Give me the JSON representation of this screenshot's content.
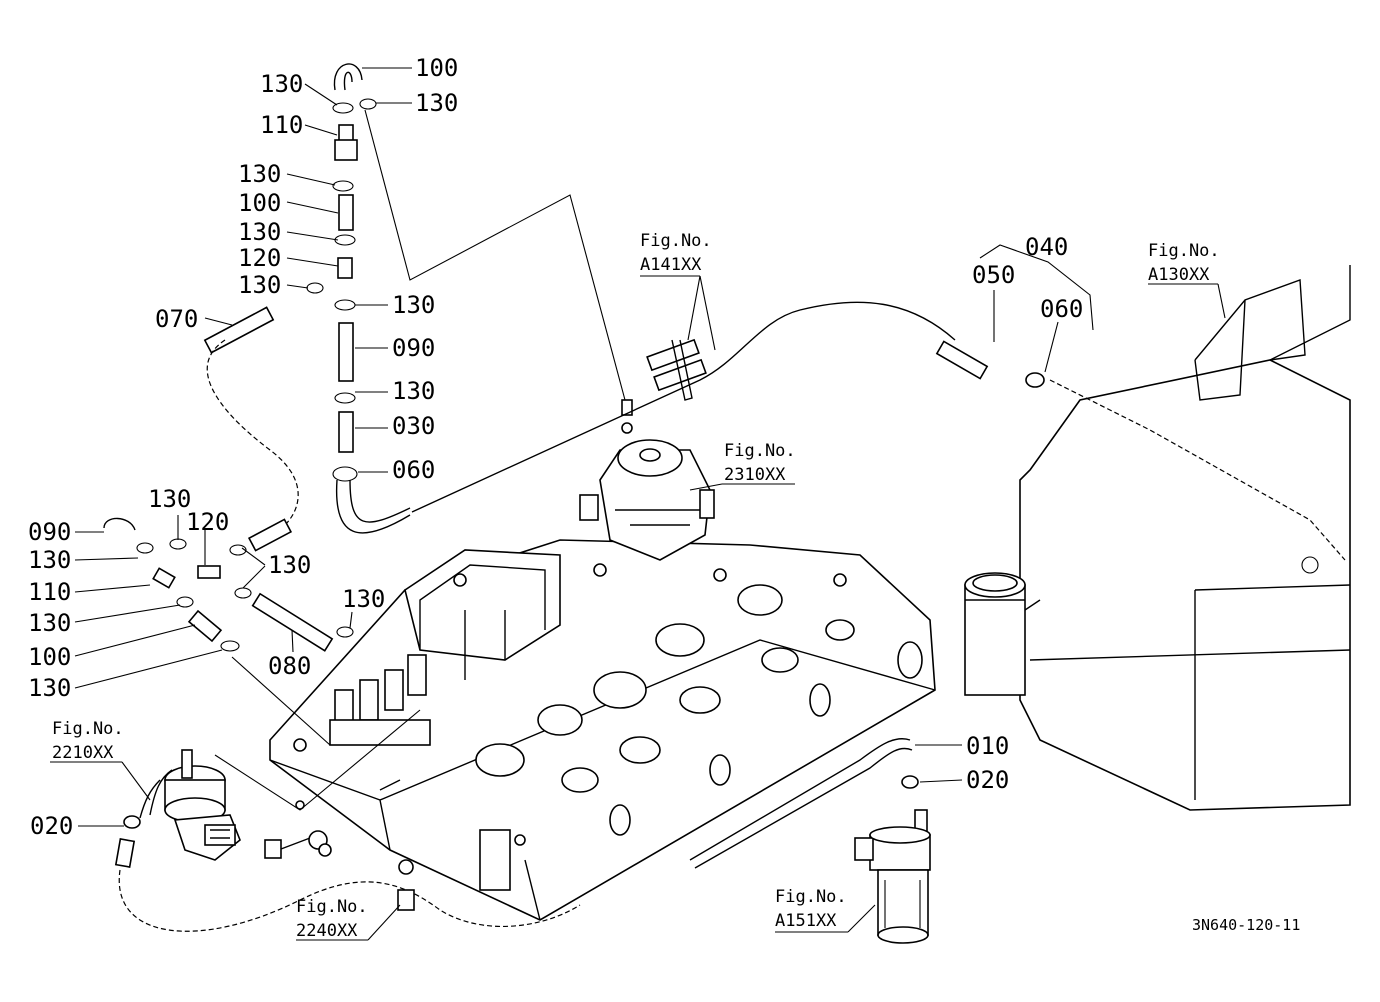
{
  "diagram": {
    "part_labels": {
      "l100_top": "100",
      "l130_a": "130",
      "l130_b": "130",
      "l110_top": "110",
      "l130_c": "130",
      "l100_mid": "100",
      "l130_d": "130",
      "l120_top": "120",
      "l130_e": "130",
      "l130_f": "130",
      "l070": "070",
      "l090_top": "090",
      "l130_g": "130",
      "l030": "030",
      "l060_mid": "060",
      "l130_h": "130",
      "l090_left": "090",
      "l120_left": "120",
      "l130_i": "130",
      "l130_j": "130",
      "l110_left": "110",
      "l130_k": "130",
      "l130_l": "130",
      "l100_left": "100",
      "l080": "080",
      "l130_m": "130",
      "l040": "040",
      "l050": "050",
      "l060_right": "060",
      "l010": "010",
      "l020_right": "020",
      "l020_left": "020"
    },
    "fig_refs": {
      "a141_title": "Fig.No.",
      "a141_code": "A141XX",
      "a130_title": "Fig.No.",
      "a130_code": "A130XX",
      "f2310_title": "Fig.No.",
      "f2310_code": "2310XX",
      "f2210_title": "Fig.No.",
      "f2210_code": "2210XX",
      "f2240_title": "Fig.No.",
      "f2240_code": "2240XX",
      "a151_title": "Fig.No.",
      "a151_code": "A151XX"
    },
    "drawing_code": "3N640-120-11"
  }
}
